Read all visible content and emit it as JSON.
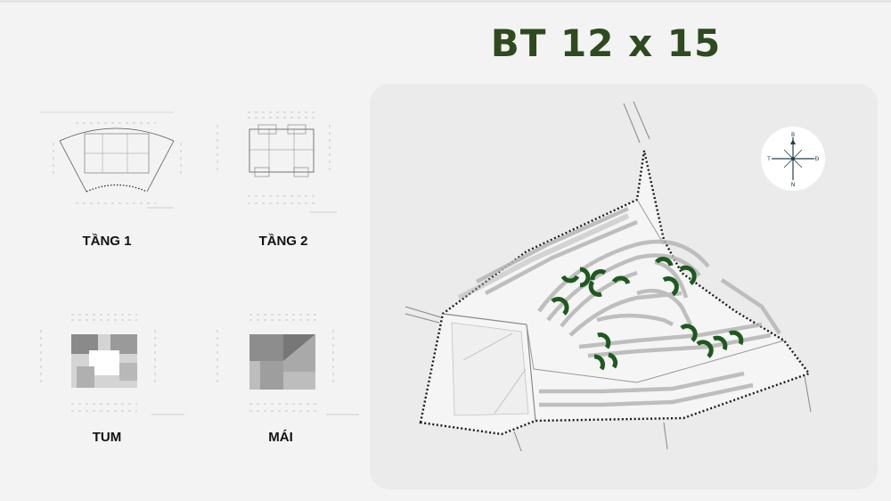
{
  "header": {
    "title": "BT 12 x 15"
  },
  "floor_plans": [
    {
      "label": "TẦNG 1"
    },
    {
      "label": "TẦNG 2"
    },
    {
      "label": "TUM"
    },
    {
      "label": "MÁI"
    }
  ],
  "compass": {
    "north_top": "B",
    "west": "T",
    "east": "Đ",
    "south": "N"
  },
  "colors": {
    "title": "#2e4a1f",
    "highlight_marker": "#1e5a1e",
    "compass_ink": "#24414a",
    "boundary": "#1a1a1a"
  }
}
